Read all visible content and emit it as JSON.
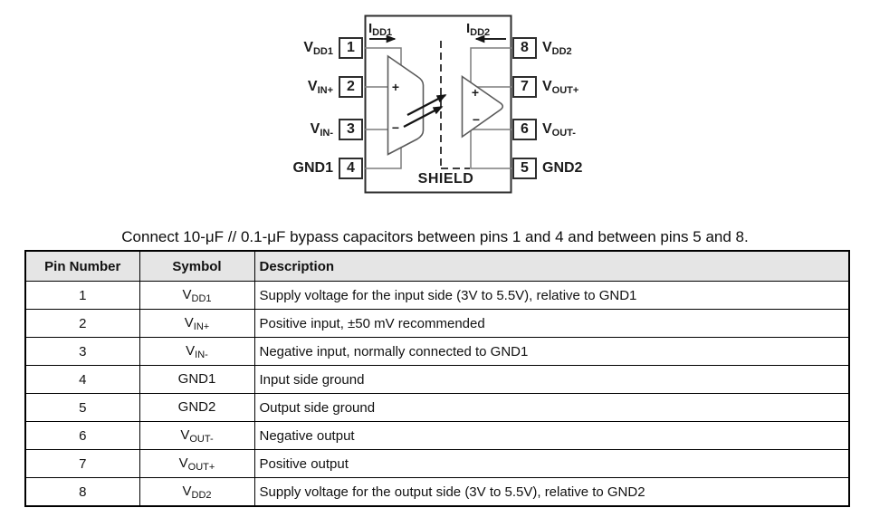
{
  "diagram": {
    "idd1": {
      "main": "I",
      "sub": "DD1"
    },
    "idd2": {
      "main": "I",
      "sub": "DD2"
    },
    "shield_label": "SHIELD",
    "plus_sign": "+",
    "minus_sign": "−",
    "left_pins": [
      {
        "num": "1",
        "label_main": "V",
        "label_sub": "DD1"
      },
      {
        "num": "2",
        "label_main": "V",
        "label_sub": "IN+"
      },
      {
        "num": "3",
        "label_main": "V",
        "label_sub": "IN-"
      },
      {
        "num": "4",
        "label_main": "GND1",
        "label_sub": ""
      }
    ],
    "right_pins": [
      {
        "num": "8",
        "label_main": "V",
        "label_sub": "DD2"
      },
      {
        "num": "7",
        "label_main": "V",
        "label_sub": "OUT+"
      },
      {
        "num": "6",
        "label_main": "V",
        "label_sub": "OUT-"
      },
      {
        "num": "5",
        "label_main": "GND2",
        "label_sub": ""
      }
    ]
  },
  "note": {
    "text": "Connect 10-μF // 0.1-μF bypass capacitors between pins 1 and 4 and between pins 5 and 8."
  },
  "table": {
    "headers": [
      "Pin Number",
      "Symbol",
      "Description"
    ],
    "rows": [
      {
        "pin": "1",
        "symbol_main": "V",
        "symbol_sub": "DD1",
        "description": "Supply voltage for the input side (3V to 5.5V), relative to GND1"
      },
      {
        "pin": "2",
        "symbol_main": "V",
        "symbol_sub": "IN+",
        "description": "Positive input, ±50 mV recommended"
      },
      {
        "pin": "3",
        "symbol_main": "V",
        "symbol_sub": "IN-",
        "description": "Negative input, normally connected to GND1"
      },
      {
        "pin": "4",
        "symbol_main": "GND1",
        "symbol_sub": "",
        "description": "Input side ground"
      },
      {
        "pin": "5",
        "symbol_main": "GND2",
        "symbol_sub": "",
        "description": "Output side ground"
      },
      {
        "pin": "6",
        "symbol_main": "V",
        "symbol_sub": "OUT-",
        "description": "Negative output"
      },
      {
        "pin": "7",
        "symbol_main": "V",
        "symbol_sub": "OUT+",
        "description": "Positive output"
      },
      {
        "pin": "8",
        "symbol_main": "V",
        "symbol_sub": "DD2",
        "description": "Supply voltage for the output side (3V to 5.5V), relative to GND2"
      }
    ]
  },
  "colors": {
    "header_bg": "#e5e5e5",
    "table_border": "#000000",
    "package_line": "#2e2e2e",
    "wire_gray": "#7d7d7d",
    "amp_line": "#5a5a5a",
    "arrow_black": "#141414"
  }
}
